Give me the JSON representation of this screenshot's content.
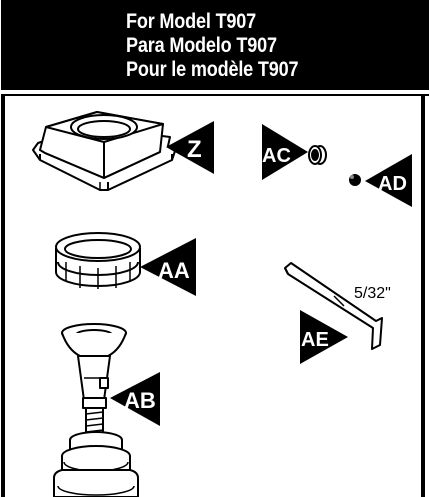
{
  "header": {
    "line1": "For Model T907",
    "line2": "Para Modelo T907",
    "line3": "Pour le modèle T907"
  },
  "parts": {
    "z": "Z",
    "aa": "AA",
    "ab": "AB",
    "ac": "AC",
    "ad": "AD",
    "ae": "AE"
  },
  "dimension": "5/32\""
}
